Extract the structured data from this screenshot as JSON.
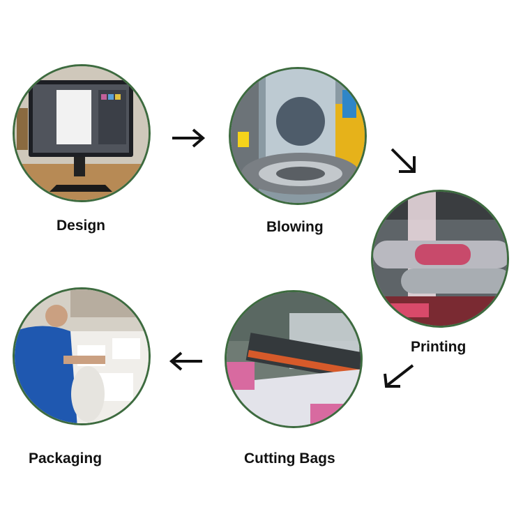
{
  "stages": [
    {
      "label": "Design",
      "icon": "monitor-design-photo"
    },
    {
      "label": "Blowing",
      "icon": "film-blowing-machine-photo"
    },
    {
      "label": "Printing",
      "icon": "printing-rollers-photo"
    },
    {
      "label": "Cutting Bags",
      "icon": "bag-cutting-machine-photo"
    },
    {
      "label": "Packaging",
      "icon": "worker-packaging-photo"
    }
  ],
  "colors": {
    "ring": "#3d6b3f",
    "arrow": "#111111",
    "text": "#111111"
  }
}
